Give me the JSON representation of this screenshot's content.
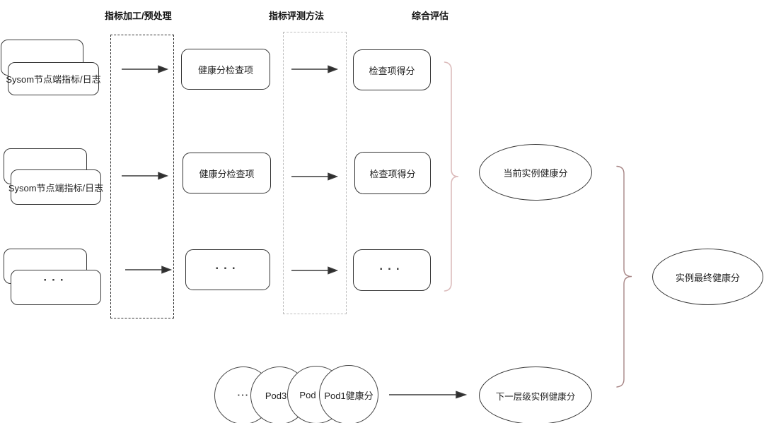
{
  "headers": {
    "col_processing": "指标加工/预处理",
    "col_evaluation": "指标评测方法",
    "col_overall": "综合评估"
  },
  "rows": [
    {
      "source": "Sysom节点端指标/日志",
      "check_item": "健康分检查项",
      "score": "检查项得分"
    },
    {
      "source": "Sysom节点端指标/日志",
      "check_item": "健康分检查项",
      "score": "检查项得分"
    },
    {
      "source": "...",
      "check_item": "...",
      "score": "..."
    }
  ],
  "ellipses": {
    "current_instance": "当前实例健康分",
    "final_instance": "实例最终健康分",
    "next_level": "下一层级实例健康分"
  },
  "pods": [
    "...",
    "Pod3",
    "Pod",
    "Pod1健康分"
  ],
  "colors": {
    "line": "#3a3a3a",
    "brace_primary": "#dcbcbc",
    "brace_secondary": "#a78585",
    "dashed_box_light": "#bcbcbc",
    "dashed_box_dark": "#2c2c2c"
  }
}
